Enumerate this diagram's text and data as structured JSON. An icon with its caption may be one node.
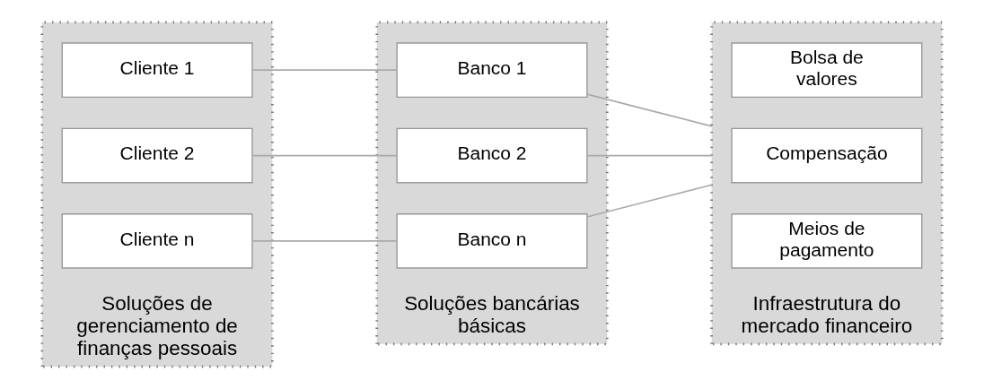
{
  "diagram": {
    "nodes": [
      {
        "text": [
          "Soluções de gerenciamento de finanças pessoais"
        ]
      },
      {
        "text": [
          "Cliente 1"
        ],
        "in": 0
      },
      {
        "text": [
          "Cliente 2"
        ],
        "in": 0
      },
      {
        "text": [
          "Cliente n"
        ],
        "in": 0
      },
      {
        "text": [
          "Soluções bancárias básicas"
        ]
      },
      {
        "text": [
          "Banco 1"
        ],
        "in": 4
      },
      {
        "text": [
          "Banco 2"
        ],
        "in": 4
      },
      {
        "text": [
          "Banco n"
        ],
        "in": 4
      },
      {
        "text": [
          "Infraestrutura do mercado financeiro"
        ]
      },
      {
        "text": [
          "Bolsa de valores"
        ],
        "in": 8
      },
      {
        "text": [
          "Compensação"
        ],
        "in": 8
      },
      {
        "text": [
          "Meios de pagamento"
        ],
        "in": 8
      }
    ],
    "edges": [
      {
        "from": 1,
        "to": 5,
        "arrow": "none"
      },
      {
        "from": 2,
        "to": 6,
        "arrow": "none"
      },
      {
        "from": 3,
        "to": 7,
        "arrow": "none"
      },
      {
        "from": 5,
        "to": 8,
        "arrow": "none"
      },
      {
        "from": 6,
        "to": 8,
        "arrow": "none"
      },
      {
        "from": 7,
        "to": 8,
        "arrow": "none"
      }
    ]
  }
}
